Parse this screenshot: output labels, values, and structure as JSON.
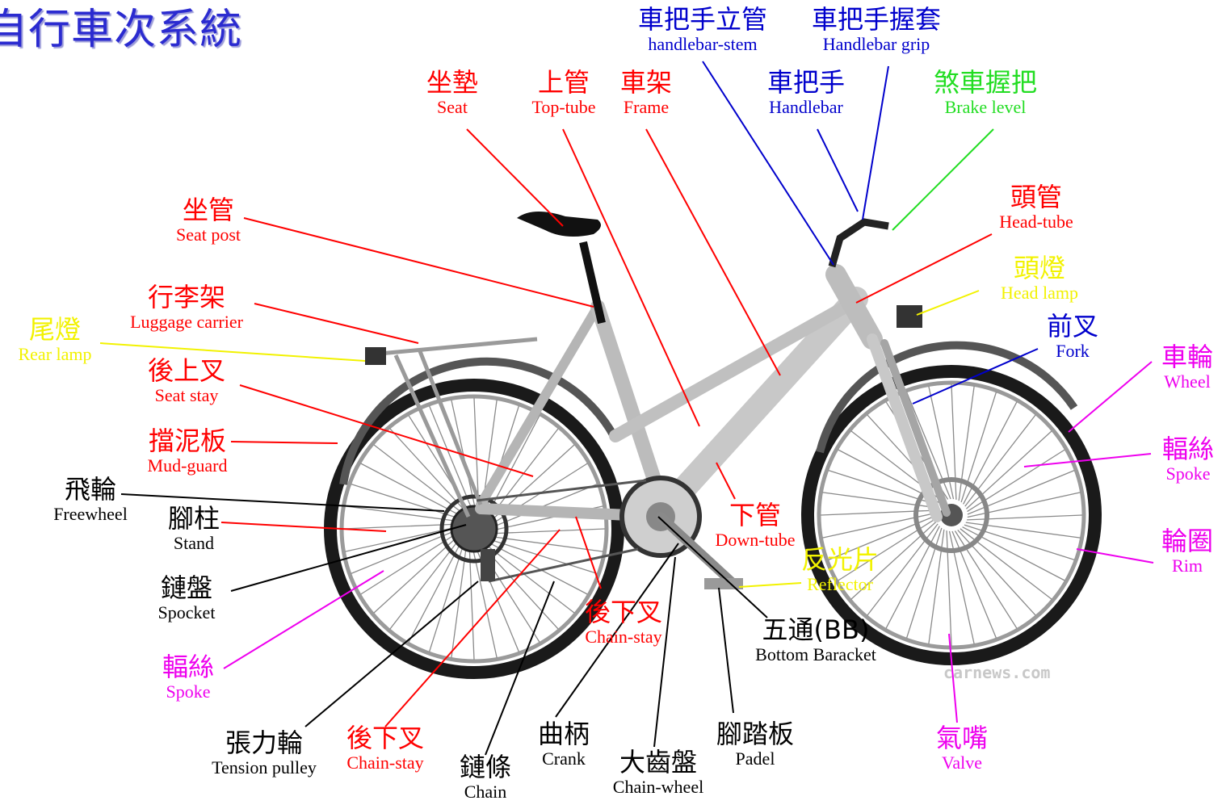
{
  "title": "自行車次系統",
  "watermark": "carnews.com",
  "colors": {
    "red": "#ff0000",
    "blue": "#0000cc",
    "green": "#22dd22",
    "yellow": "#f2f200",
    "magenta": "#ee00ee",
    "black": "#000000"
  },
  "labels": [
    {
      "id": "handlebar-stem",
      "zh": "車把手立管",
      "en": "handlebar-stem",
      "color": "blue"
    },
    {
      "id": "handlebar-grip",
      "zh": "車把手握套",
      "en": "Handlebar grip",
      "color": "blue"
    },
    {
      "id": "seat",
      "zh": "坐墊",
      "en": "Seat",
      "color": "red"
    },
    {
      "id": "top-tube",
      "zh": "上管",
      "en": "Top-tube",
      "color": "red"
    },
    {
      "id": "frame",
      "zh": "車架",
      "en": "Frame",
      "color": "red"
    },
    {
      "id": "handlebar",
      "zh": "車把手",
      "en": "Handlebar",
      "color": "blue"
    },
    {
      "id": "brake-level",
      "zh": "煞車握把",
      "en": "Brake level",
      "color": "green"
    },
    {
      "id": "seat-post",
      "zh": "坐管",
      "en": "Seat post",
      "color": "red"
    },
    {
      "id": "head-tube",
      "zh": "頭管",
      "en": "Head-tube",
      "color": "red"
    },
    {
      "id": "luggage-carrier",
      "zh": "行李架",
      "en": "Luggage carrier",
      "color": "red"
    },
    {
      "id": "head-lamp",
      "zh": "頭燈",
      "en": "Head lamp",
      "color": "yellow"
    },
    {
      "id": "rear-lamp",
      "zh": "尾燈",
      "en": "Rear lamp",
      "color": "yellow"
    },
    {
      "id": "fork",
      "zh": "前叉",
      "en": "Fork",
      "color": "blue"
    },
    {
      "id": "wheel",
      "zh": "車輪",
      "en": "Wheel",
      "color": "magenta"
    },
    {
      "id": "seat-stay",
      "zh": "後上叉",
      "en": "Seat stay",
      "color": "red"
    },
    {
      "id": "mud-guard",
      "zh": "擋泥板",
      "en": "Mud-guard",
      "color": "red"
    },
    {
      "id": "spoke-right",
      "zh": "輻絲",
      "en": "Spoke",
      "color": "magenta"
    },
    {
      "id": "freewheel",
      "zh": "飛輪",
      "en": "Freewheel",
      "color": "black"
    },
    {
      "id": "stand",
      "zh": "腳柱",
      "en": "Stand",
      "color": "black"
    },
    {
      "id": "down-tube",
      "zh": "下管",
      "en": "Down-tube",
      "color": "red"
    },
    {
      "id": "rim",
      "zh": "輪圈",
      "en": "Rim",
      "color": "magenta"
    },
    {
      "id": "reflector",
      "zh": "反光片",
      "en": "Reflector",
      "color": "yellow"
    },
    {
      "id": "spocket",
      "zh": "鏈盤",
      "en": "Spocket",
      "color": "black"
    },
    {
      "id": "chain-stay-1",
      "zh": "後下叉",
      "en": "Chain-stay",
      "color": "red"
    },
    {
      "id": "bottom-bracket",
      "zh": "五通(BB)",
      "en": "Bottom Baracket",
      "color": "black"
    },
    {
      "id": "spoke-left",
      "zh": "輻絲",
      "en": "Spoke",
      "color": "magenta"
    },
    {
      "id": "tension-pulley",
      "zh": "張力輪",
      "en": "Tension pulley",
      "color": "black"
    },
    {
      "id": "chain-stay-2",
      "zh": "後下叉",
      "en": "Chain-stay",
      "color": "red"
    },
    {
      "id": "chain",
      "zh": "鏈條",
      "en": "Chain",
      "color": "black"
    },
    {
      "id": "crank",
      "zh": "曲柄",
      "en": "Crank",
      "color": "black"
    },
    {
      "id": "chain-wheel",
      "zh": "大齒盤",
      "en": "Chain-wheel",
      "color": "black"
    },
    {
      "id": "padel",
      "zh": "腳踏板",
      "en": "Padel",
      "color": "black"
    },
    {
      "id": "valve",
      "zh": "氣嘴",
      "en": "Valve",
      "color": "magenta"
    }
  ]
}
